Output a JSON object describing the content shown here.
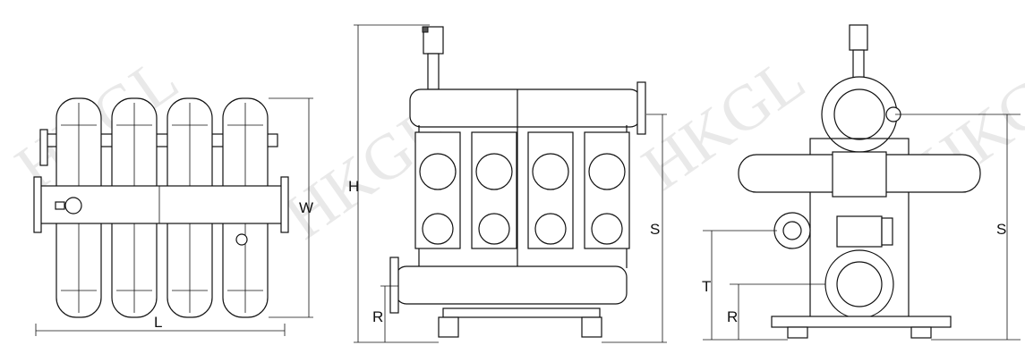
{
  "watermark": {
    "text": "HKGL"
  },
  "views": {
    "top": {
      "label_length": "L",
      "label_width": "W"
    },
    "front": {
      "label_height": "H",
      "label_inlet": "S",
      "label_outlet": "R"
    },
    "side": {
      "label_inlet": "S",
      "label_drain": "T",
      "label_outlet": "R"
    }
  },
  "counts": {
    "filters": 4
  }
}
